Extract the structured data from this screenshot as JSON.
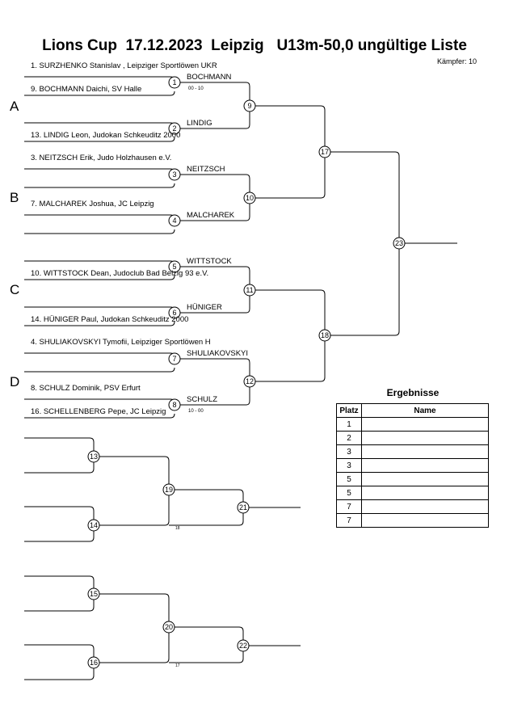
{
  "header": {
    "title": "Lions Cup  17.12.2023  Leipzig   U13m-50,0 ungültige Liste",
    "fighters_count": "Kämpfer: 10"
  },
  "pools": [
    "A",
    "B",
    "C",
    "D"
  ],
  "entries": [
    "1. SURZHENKO Stanislav , Leipziger Sportlöwen UKR",
    "9. BOCHMANN Daichi, SV Halle",
    "13. LINDIG  Leon, Judokan Schkeuditz 2000",
    "3. NEITZSCH Erik, Judo Holzhausen e.V.",
    "7. MALCHAREK Joshua, JC Leipzig",
    "10. WITTSTOCK Dean, Judoclub Bad Belzig 93 e.V.",
    "14. HÜNIGER  Paul, Judokan Schkeuditz 2000",
    "4. SHULIAKOVSKYI Tymofii, Leipziger Sportlöwen H",
    "8. SCHULZ Dominik, PSV Erfurt",
    "16. SCHELLENBERG Pepe, JC Leipzig"
  ],
  "winners": [
    "BOCHMANN",
    "LINDIG",
    "NEITZSCH",
    "MALCHAREK",
    "WITTSTOCK",
    "HÜNIGER",
    "SHULIAKOVSKYI",
    "SCHULZ"
  ],
  "scores": [
    "00 - 10",
    "10 - 00"
  ],
  "fights": [
    "1",
    "2",
    "3",
    "4",
    "5",
    "6",
    "7",
    "8",
    "9",
    "10",
    "11",
    "12",
    "13",
    "14",
    "15",
    "16",
    "17",
    "18",
    "19",
    "20",
    "21",
    "22",
    "23"
  ],
  "small_refs": [
    "18",
    "17"
  ],
  "results": {
    "title": "Ergebnisse",
    "col_place": "Platz",
    "col_name": "Name",
    "places": [
      "1",
      "2",
      "3",
      "3",
      "5",
      "5",
      "7",
      "7"
    ]
  }
}
